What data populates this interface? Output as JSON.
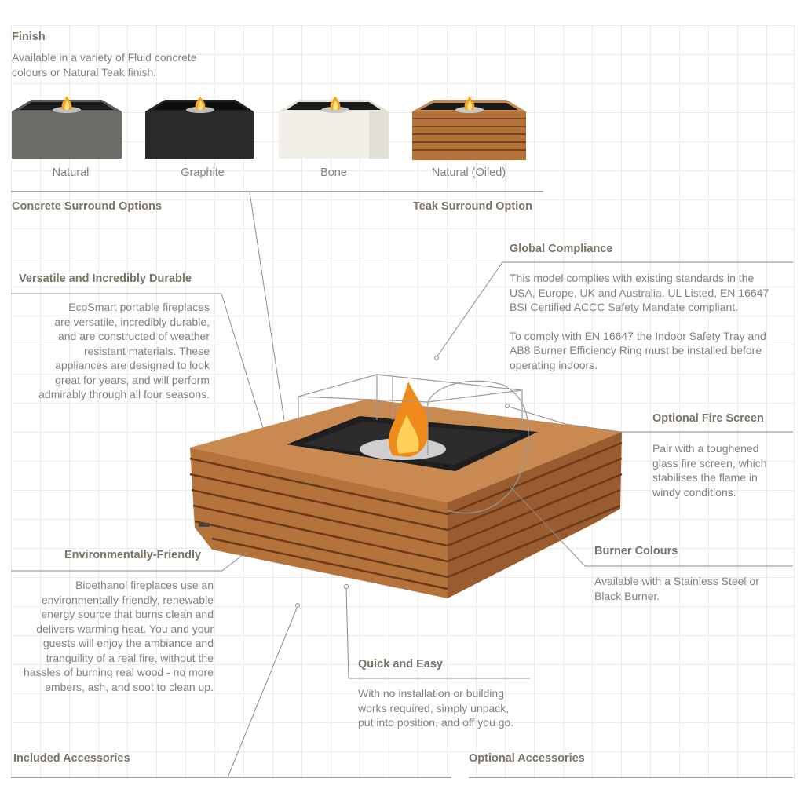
{
  "finish": {
    "title": "Finish",
    "description_line1": "Available in a variety of Fluid concrete",
    "description_line2": "colours or Natural Teak finish."
  },
  "finish_options": [
    {
      "label": "Natural",
      "color": "#6d6b66",
      "group": "concrete"
    },
    {
      "label": "Graphite",
      "color": "#2a2a2a",
      "group": "concrete"
    },
    {
      "label": "Bone",
      "color": "#f1efe8",
      "group": "concrete"
    },
    {
      "label": "Natural (Oiled)",
      "color": "#b86f3a",
      "group": "teak"
    }
  ],
  "groups": {
    "concrete": "Concrete Surround Options",
    "teak": "Teak Surround Option"
  },
  "features": {
    "durable": {
      "title": "Versatile and Incredibly Durable",
      "lines": [
        "EcoSmart portable fireplaces",
        "are versatile, incredibly durable,",
        "and are constructed of weather",
        "resistant materials. These",
        "appliances are designed to look",
        "great for years, and will perform",
        "admirably through all four seasons."
      ]
    },
    "compliance": {
      "title": "Global Compliance",
      "para1": [
        "This model complies with existing standards in the",
        "USA, Europe, UK and Australia. UL Listed, EN 16647",
        "BSI Certified ACCC Safety Mandate compliant."
      ],
      "para2": [
        "To comply with EN 16647 the Indoor Safety Tray and",
        "AB8 Burner Efficiency Ring must be installed before",
        "operating indoors."
      ]
    },
    "fire_screen": {
      "title": "Optional Fire Screen",
      "lines": [
        "Pair with a toughened",
        "glass fire screen, which",
        "stabilises the flame in",
        "windy conditions."
      ]
    },
    "burner": {
      "title": "Burner Colours",
      "lines": [
        "Available with a Stainless Steel or",
        "Black Burner."
      ]
    },
    "eco": {
      "title": "Environmentally-Friendly",
      "lines": [
        "Bioethanol fireplaces use an",
        "environmentally-friendly, renewable",
        "energy source that burns clean and",
        "delivers warming heat. You and your",
        "guests will enjoy the ambiance and",
        "tranquility of a real fire, without the",
        "hassles of burning real wood - no more",
        "embers, ash, and soot to clean up."
      ]
    },
    "quick": {
      "title": "Quick and Easy",
      "lines": [
        "With no installation or building",
        "works required, simply unpack,",
        "put into position, and off you go."
      ]
    }
  },
  "accessories": {
    "included": "Included Accessories",
    "optional": "Optional Accessories"
  },
  "colors": {
    "teak_light": "#c98a52",
    "teak_mid": "#b5733c",
    "teak_dark": "#8a5128",
    "burner_tray": "#1e1e1e",
    "flame": "#f6a623",
    "rule": "#a8a6a4",
    "heading": "#7b7268",
    "body_text": "#85807b"
  }
}
